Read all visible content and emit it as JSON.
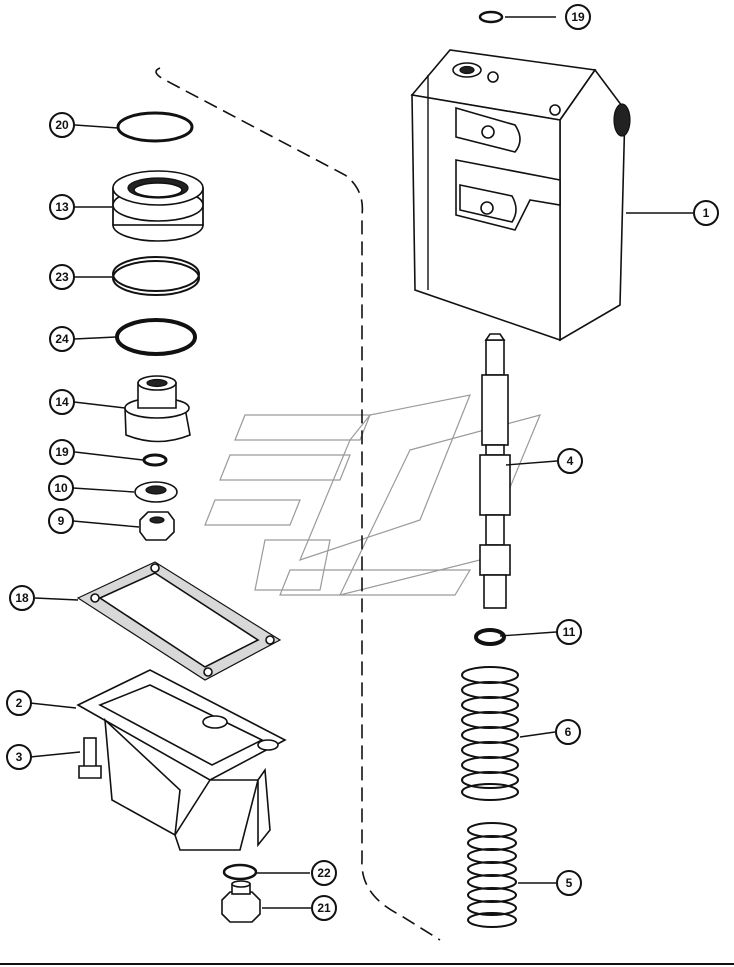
{
  "diagram": {
    "callouts": [
      {
        "id": "c1",
        "label": "1"
      },
      {
        "id": "c2",
        "label": "2"
      },
      {
        "id": "c3",
        "label": "3"
      },
      {
        "id": "c4",
        "label": "4"
      },
      {
        "id": "c5",
        "label": "5"
      },
      {
        "id": "c6",
        "label": "6"
      },
      {
        "id": "c9",
        "label": "9"
      },
      {
        "id": "c10",
        "label": "10"
      },
      {
        "id": "c11",
        "label": "11"
      },
      {
        "id": "c13",
        "label": "13"
      },
      {
        "id": "c14",
        "label": "14"
      },
      {
        "id": "c18",
        "label": "18"
      },
      {
        "id": "c19a",
        "label": "19"
      },
      {
        "id": "c19b",
        "label": "19"
      },
      {
        "id": "c20",
        "label": "20"
      },
      {
        "id": "c21",
        "label": "21"
      },
      {
        "id": "c22",
        "label": "22"
      },
      {
        "id": "c23",
        "label": "23"
      },
      {
        "id": "c24",
        "label": "24"
      }
    ],
    "colors": {
      "line": "#111111",
      "background": "#ffffff",
      "watermark": "#9a9a9a"
    }
  }
}
